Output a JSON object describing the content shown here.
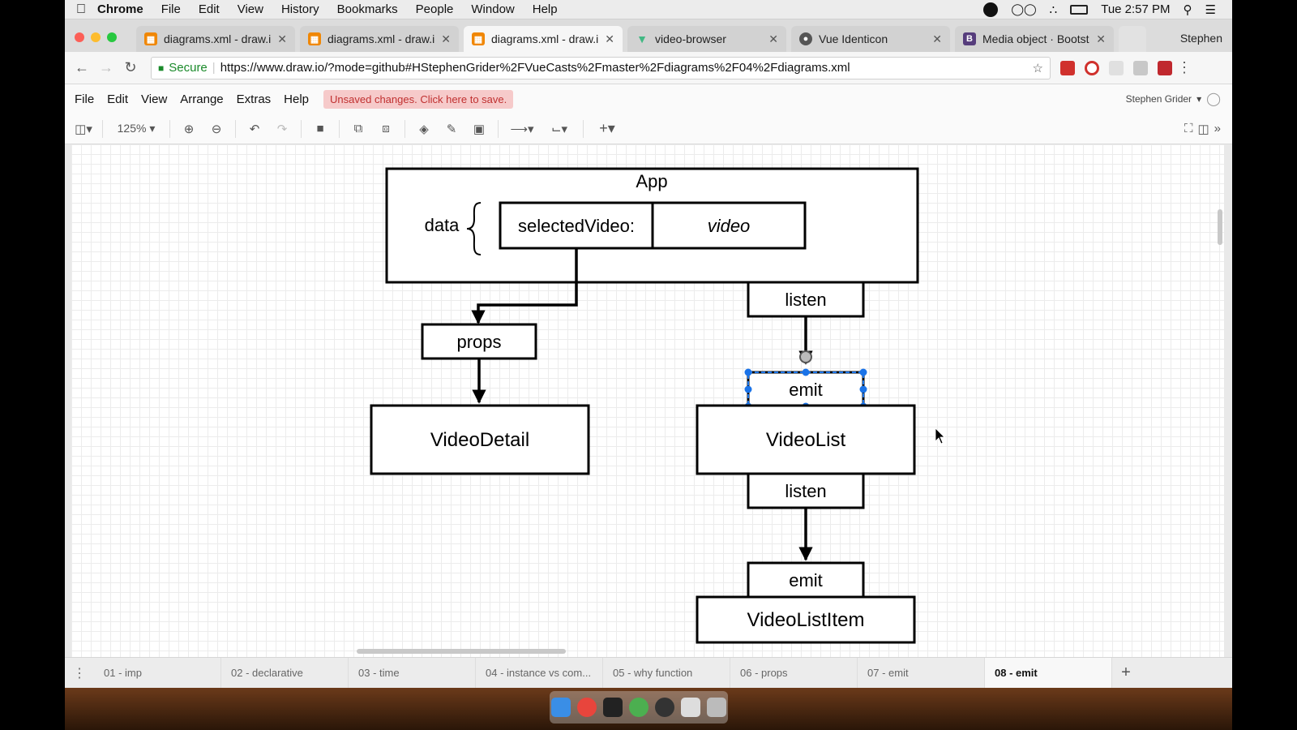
{
  "menubar": {
    "app": "Chrome",
    "items": [
      "File",
      "Edit",
      "View",
      "History",
      "Bookmarks",
      "People",
      "Window",
      "Help"
    ],
    "clock": "Tue 2:57 PM"
  },
  "tabs": [
    {
      "label": "diagrams.xml - draw.io",
      "icon_color": "#f08705"
    },
    {
      "label": "diagrams.xml - draw.io",
      "icon_color": "#f08705"
    },
    {
      "label": "diagrams.xml - draw.io",
      "icon_color": "#f08705"
    },
    {
      "label": "video-browser",
      "icon_color": "#41b883"
    },
    {
      "label": "Vue Identicon",
      "icon_color": "#555555"
    },
    {
      "label": "Media object · Bootstr",
      "icon_color": "#563d7c"
    }
  ],
  "profile": "Stephen",
  "omnibox": {
    "secure": "Secure",
    "url": "https://www.draw.io/?mode=github#HStephenGrider%2FVueCasts%2Fmaster%2Fdiagrams%2F04%2Fdiagrams.xml"
  },
  "drawio_menu": {
    "items": [
      "File",
      "Edit",
      "View",
      "Arrange",
      "Extras",
      "Help"
    ],
    "unsaved": "Unsaved changes. Click here to save.",
    "user": "Stephen Grider"
  },
  "toolbar": {
    "zoom": "125%"
  },
  "diagram": {
    "app_title": "App",
    "data_label": "data",
    "selected_video_key": "selectedVideo:",
    "selected_video_value": "video",
    "props_label": "props",
    "video_detail": "VideoDetail",
    "listen_top": "listen",
    "emit_top": "emit",
    "video_list": "VideoList",
    "listen_bottom": "listen",
    "emit_bottom": "emit",
    "video_list_item": "VideoListItem",
    "selection_color": "#1a73e8"
  },
  "pages": [
    "01 - imp",
    "02 - declarative",
    "03 - time",
    "04 - instance vs com...",
    "05 - why function",
    "06 - props",
    "07 - emit",
    "08 - emit"
  ],
  "active_page": "08 - emit"
}
